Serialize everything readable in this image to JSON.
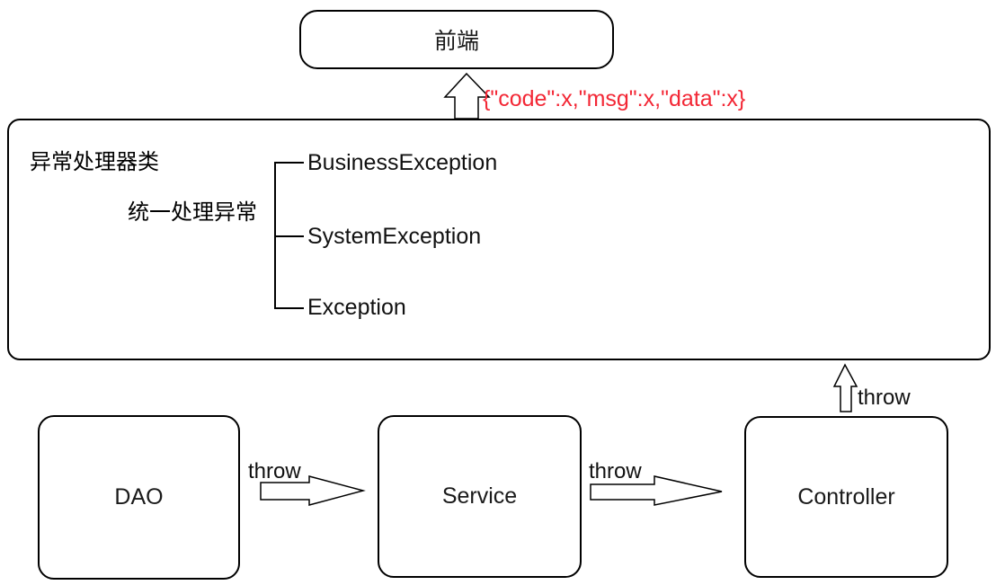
{
  "frontend": {
    "label": "前端"
  },
  "annotation": {
    "text": "{\"code\":x,\"msg\":x,\"data\":x}"
  },
  "handler": {
    "title": "异常处理器类",
    "subtitle": "统一处理异常",
    "exceptions": [
      "BusinessException",
      "SystemException",
      "Exception"
    ]
  },
  "layers": [
    {
      "label": "DAO"
    },
    {
      "label": "Service"
    },
    {
      "label": "Controller"
    }
  ],
  "throw_labels": [
    "throw",
    "throw",
    "throw"
  ],
  "colors": {
    "stroke": "#000000",
    "background": "#ffffff",
    "annotation_red": "#f32735"
  }
}
